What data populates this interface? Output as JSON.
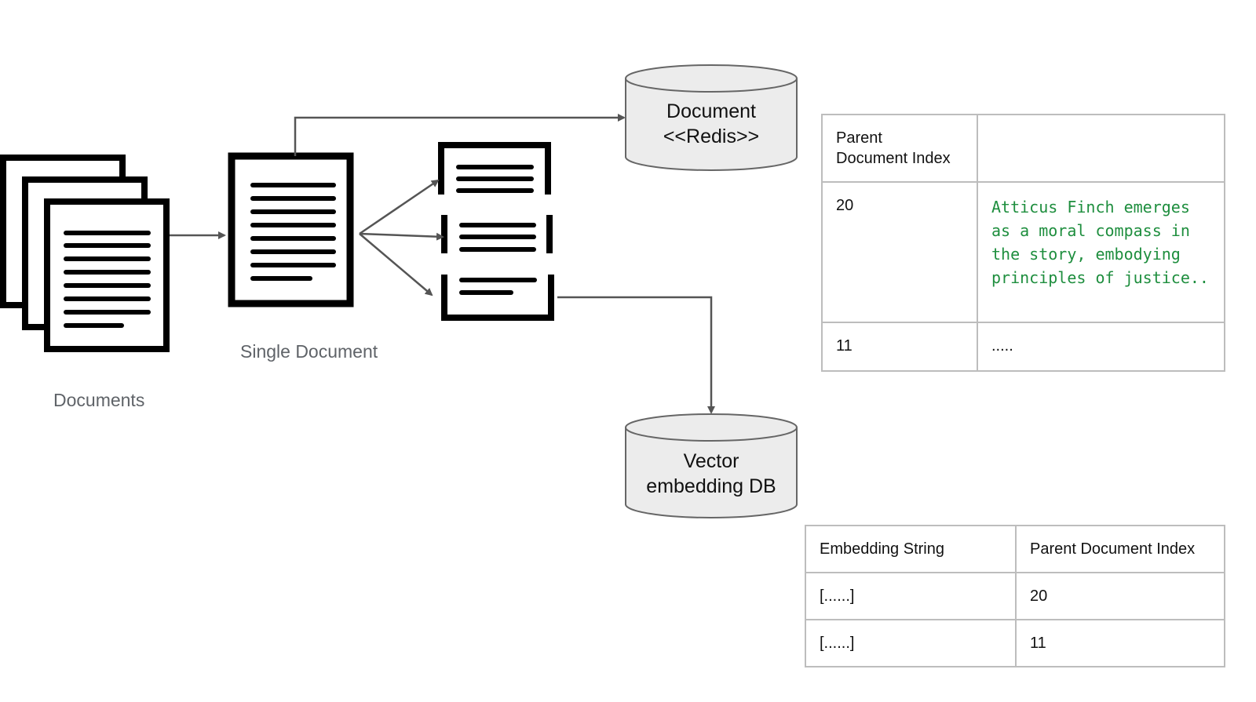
{
  "labels": {
    "documents": "Documents",
    "single_document": "Single Document"
  },
  "databases": {
    "document_store": {
      "line1": "Document",
      "line2": "<<Redis>>"
    },
    "vector_store": {
      "line1": "Vector",
      "line2": "embedding DB"
    }
  },
  "parent_table": {
    "header": [
      "Parent\nDocument Index",
      ""
    ],
    "rows": [
      {
        "index": "20",
        "content": "Atticus Finch emerges as a moral compass in the story, embodying principles of justice.."
      },
      {
        "index": "11",
        "content": "....."
      }
    ]
  },
  "embedding_table": {
    "header": [
      "Embedding String",
      "Parent Document Index"
    ],
    "rows": [
      {
        "embedding": "[......]",
        "parent_index": "20"
      },
      {
        "embedding": "[......]",
        "parent_index": "11"
      }
    ]
  },
  "colors": {
    "arrow": "#555555",
    "db_fill": "#ececec",
    "db_stroke": "#666666",
    "code_text": "#1e8e3e",
    "table_border": "#bdbdbd"
  }
}
